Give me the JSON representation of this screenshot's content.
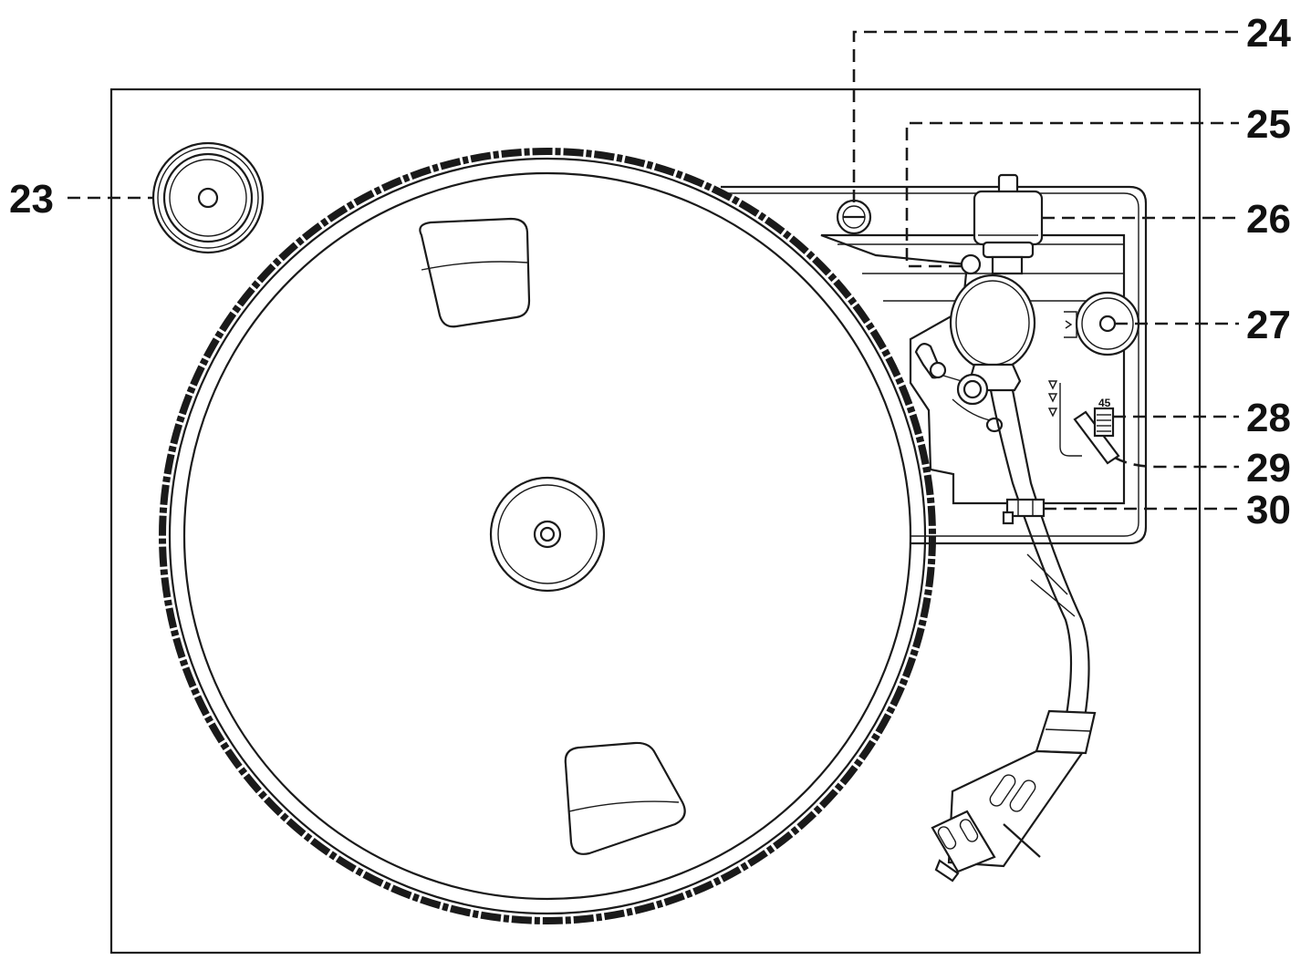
{
  "diagram": {
    "callouts": [
      {
        "id": "23",
        "label": "23"
      },
      {
        "id": "24",
        "label": "24"
      },
      {
        "id": "25",
        "label": "25"
      },
      {
        "id": "26",
        "label": "26"
      },
      {
        "id": "27",
        "label": "27"
      },
      {
        "id": "28",
        "label": "28"
      },
      {
        "id": "29",
        "label": "29"
      },
      {
        "id": "30",
        "label": "30"
      }
    ],
    "speed_selector_label": "45"
  }
}
